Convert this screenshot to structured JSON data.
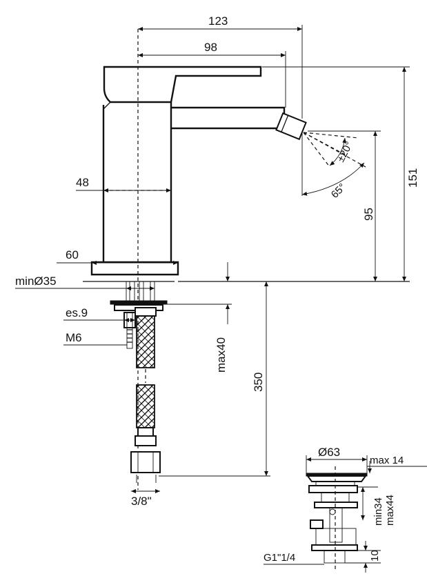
{
  "drawing": {
    "dimensions": {
      "overall_reach": "123",
      "spout_reach": "98",
      "body_width": "48",
      "base_width": "60",
      "min_hole": "minØ35",
      "wrench_size": "es.9",
      "stud_thread": "M6",
      "max_deck": "max40",
      "hose_length": "350",
      "hose_thread": "3/8\"",
      "overall_height": "151",
      "outlet_height": "95",
      "jet_angle": "±20°",
      "swivel_angle": "65°"
    },
    "waste": {
      "cap_diameter": "Ø63",
      "max_protrusion": "max 14",
      "min_deck": "min34",
      "max_deck": "max44",
      "thread": "G1\"1/4",
      "offset": "10"
    }
  }
}
